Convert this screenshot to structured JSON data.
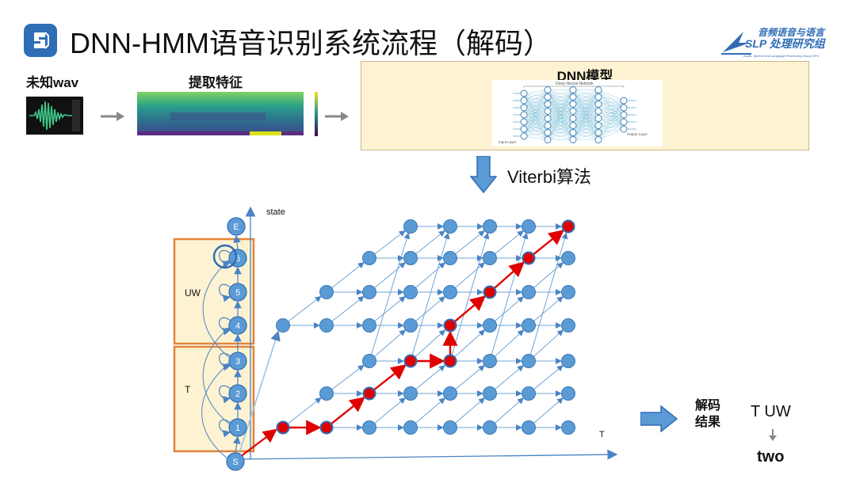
{
  "header": {
    "title": "DNN-HMM语音识别系统流程（解码）",
    "logo_lines": [
      "音频语音与语言",
      "SLP 处理研究组",
      "Audio, Speech and Language Processing Group  NPU"
    ]
  },
  "pipeline": {
    "wav_label": "未知wav",
    "feature_label": "提取特征",
    "dnn_title": "DNN模型",
    "dnn_inner": {
      "caption": "Deep Neural Network",
      "input_label": "Input Layer",
      "output_label": "Output Layer"
    },
    "viterbi_label": "Viterbi算法"
  },
  "hmm": {
    "state_axis_label": "state",
    "time_axis_label": "T",
    "group_upper_label": "UW",
    "group_lower_label": "T",
    "states": [
      "S",
      "1",
      "2",
      "3",
      "4",
      "5",
      "6",
      "E"
    ]
  },
  "result": {
    "label": "解码结果",
    "input_text": "T UW",
    "output_word": "two"
  },
  "colors": {
    "node_blue": "#5b9bd5",
    "path_red": "#e00000",
    "box_fill": "#fdf3d2",
    "box_border": "#e3843a",
    "arrow_blue": "#4a84c4"
  }
}
